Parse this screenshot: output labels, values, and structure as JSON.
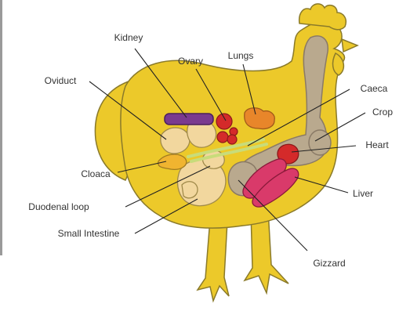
{
  "diagram": {
    "labels": {
      "kidney": "Kidney",
      "ovary": "Ovary",
      "lungs": "Lungs",
      "oviduct": "Oviduct",
      "caeca": "Caeca",
      "crop": "Crop",
      "heart": "Heart",
      "cloaca": "Cloaca",
      "liver": "Liver",
      "duodenal_loop": "Duodenal loop",
      "small_intestine": "Small Intestine",
      "gizzard": "Gizzard"
    },
    "colors": {
      "body": "#ecc92a",
      "body_outline": "#8a7a2a",
      "organ_tan": "#f2d79e",
      "organ_tan_outline": "#a08a4a",
      "tract": "#b9a98e",
      "tract_outline": "#8a7a66",
      "kidney": "#7a3a8f",
      "lungs": "#e8862a",
      "ovary": "#d42a2a",
      "heart": "#d42a2a",
      "liver": "#d93a6a",
      "caeca": "#c8dc7a",
      "cloaca": "#f0b430",
      "leader_line": "#222222"
    }
  }
}
